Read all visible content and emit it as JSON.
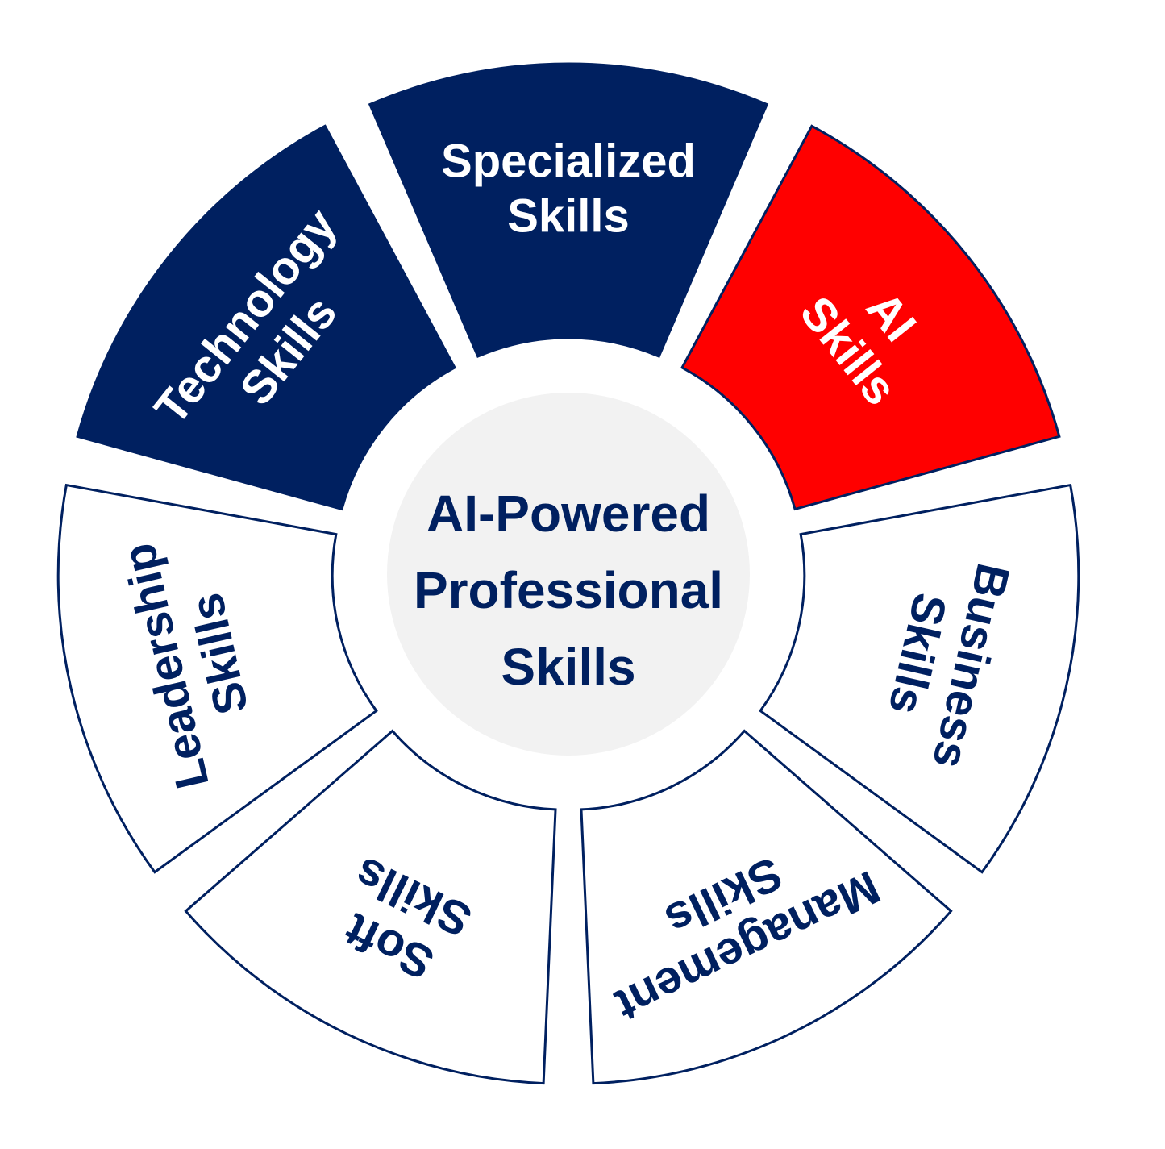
{
  "colors": {
    "navy": "#002060",
    "red": "#FF0000",
    "white": "#FFFFFF",
    "center_fill": "#F2F2F2"
  },
  "center": {
    "lines": [
      "AI-Powered",
      "Professional",
      "Skills"
    ]
  },
  "segments": [
    {
      "id": "specialized",
      "lines": [
        "Specialized",
        "Skills"
      ],
      "fill": "navy",
      "text": "white"
    },
    {
      "id": "ai",
      "lines": [
        "AI",
        "Skills"
      ],
      "fill": "red",
      "text": "white"
    },
    {
      "id": "business",
      "lines": [
        "Business",
        "Skills"
      ],
      "fill": "white",
      "text": "navy"
    },
    {
      "id": "management",
      "lines": [
        "Management",
        "Skills"
      ],
      "fill": "white",
      "text": "navy"
    },
    {
      "id": "soft",
      "lines": [
        "Soft",
        "Skills"
      ],
      "fill": "white",
      "text": "navy"
    },
    {
      "id": "leadership",
      "lines": [
        "Leadership",
        "Skills"
      ],
      "fill": "white",
      "text": "navy"
    },
    {
      "id": "technology",
      "lines": [
        "Technology",
        "Skills"
      ],
      "fill": "navy",
      "text": "white"
    }
  ]
}
